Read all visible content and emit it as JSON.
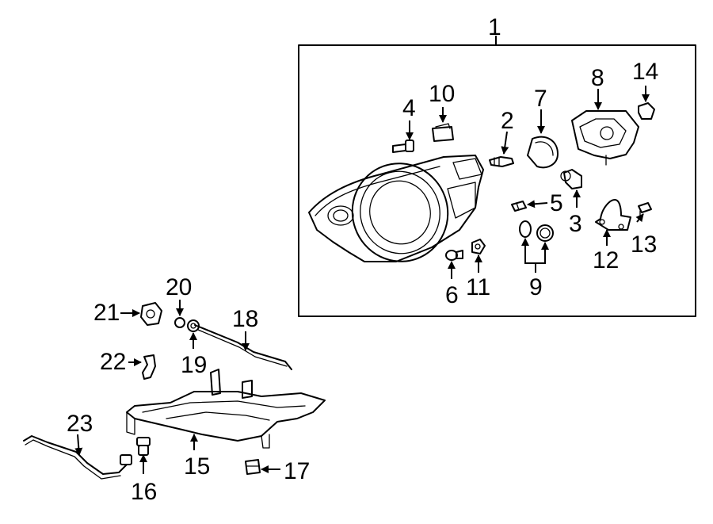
{
  "diagram": {
    "assembly_box_label": "1",
    "callouts": {
      "c1": "1",
      "c2": "2",
      "c3": "3",
      "c4": "4",
      "c5": "5",
      "c6": "6",
      "c7": "7",
      "c8": "8",
      "c9": "9",
      "c10": "10",
      "c11": "11",
      "c12": "12",
      "c13": "13",
      "c14": "14",
      "c15": "15",
      "c16": "16",
      "c17": "17",
      "c18": "18",
      "c19": "19",
      "c20": "20",
      "c21": "21",
      "c22": "22",
      "c23": "23"
    }
  }
}
